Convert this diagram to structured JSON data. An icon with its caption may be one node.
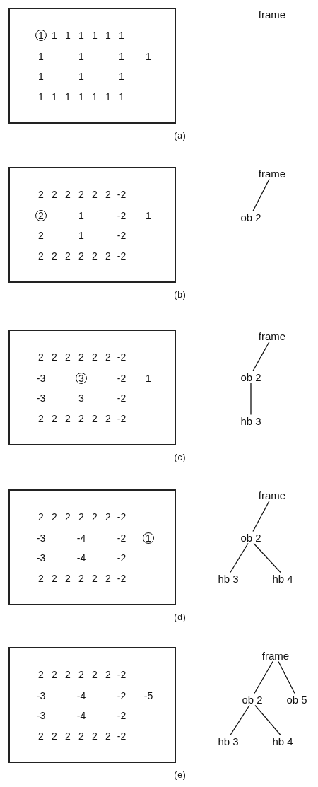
{
  "diagram": {
    "nodes": [
      {
        "text": [
          "frame"
        ]
      },
      {
        "text": [
          "frame"
        ]
      },
      {
        "text": [
          "ob 2"
        ]
      },
      {
        "text": [
          "frame"
        ]
      },
      {
        "text": [
          "ob 2"
        ]
      },
      {
        "text": [
          "hb 3"
        ]
      },
      {
        "text": [
          "frame"
        ]
      },
      {
        "text": [
          "ob 2"
        ]
      },
      {
        "text": [
          "hb 3"
        ]
      },
      {
        "text": [
          "hb 4"
        ]
      },
      {
        "text": [
          "frame"
        ]
      },
      {
        "text": [
          "ob 2"
        ]
      },
      {
        "text": [
          "ob 5"
        ]
      },
      {
        "text": [
          "hb 3"
        ]
      },
      {
        "text": [
          "hb 4"
        ]
      }
    ],
    "edges": [
      {
        "from": 1,
        "to": 2,
        "arrow": "none"
      },
      {
        "from": 3,
        "to": 4,
        "arrow": "none"
      },
      {
        "from": 4,
        "to": 5,
        "arrow": "none"
      },
      {
        "from": 6,
        "to": 7,
        "arrow": "none"
      },
      {
        "from": 7,
        "to": 8,
        "arrow": "none"
      },
      {
        "from": 7,
        "to": 9,
        "arrow": "none"
      },
      {
        "from": 10,
        "to": 11,
        "arrow": "none"
      },
      {
        "from": 10,
        "to": 12,
        "arrow": "none"
      },
      {
        "from": 11,
        "to": 13,
        "arrow": "none"
      },
      {
        "from": 11,
        "to": 14,
        "arrow": "none"
      }
    ],
    "labels": [
      "1",
      "1",
      "1",
      "1",
      "1",
      "1",
      "1",
      "1",
      "1",
      "1",
      "1",
      "1",
      "1",
      "1",
      "1",
      "1",
      "1",
      "1",
      "1",
      "1",
      "1",
      "(a)",
      "2",
      "2",
      "2",
      "2",
      "2",
      "2",
      "-2",
      "2",
      "1",
      "-2",
      "1",
      "2",
      "1",
      "-2",
      "2",
      "2",
      "2",
      "2",
      "2",
      "2",
      "-2",
      "(b)",
      "2",
      "2",
      "2",
      "2",
      "2",
      "2",
      "-2",
      "-3",
      "3",
      "-2",
      "1",
      "-3",
      "3",
      "-2",
      "2",
      "2",
      "2",
      "2",
      "2",
      "2",
      "-2",
      "(c)",
      "2",
      "2",
      "2",
      "2",
      "2",
      "2",
      "-2",
      "-3",
      "-4",
      "-2",
      "1",
      "-3",
      "-4",
      "-2",
      "2",
      "2",
      "2",
      "2",
      "2",
      "2",
      "-2",
      "(d)",
      "2",
      "2",
      "2",
      "2",
      "2",
      "2",
      "-2",
      "-3",
      "-4",
      "-2",
      "-5",
      "-3",
      "-4",
      "-2",
      "2",
      "2",
      "2",
      "2",
      "2",
      "2",
      "-2",
      "(e)"
    ]
  }
}
